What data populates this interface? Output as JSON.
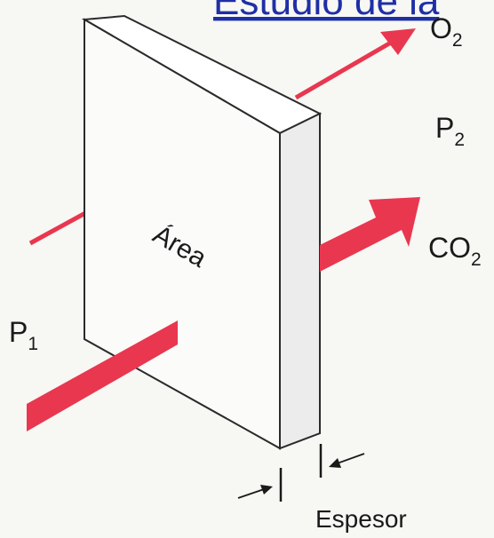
{
  "title": "Estudio de la",
  "labels": {
    "o2": "O",
    "o2_sub": "2",
    "p2": "P",
    "p2_sub": "2",
    "co2": "CO",
    "co2_sub": "2",
    "p1": "P",
    "p1_sub": "1",
    "area": "Área",
    "espesor": "Espesor"
  },
  "colors": {
    "arrow": "#e8374f",
    "title": "#1f2fa6",
    "outline": "#2a2a2a",
    "background": "#f7f7f4"
  }
}
